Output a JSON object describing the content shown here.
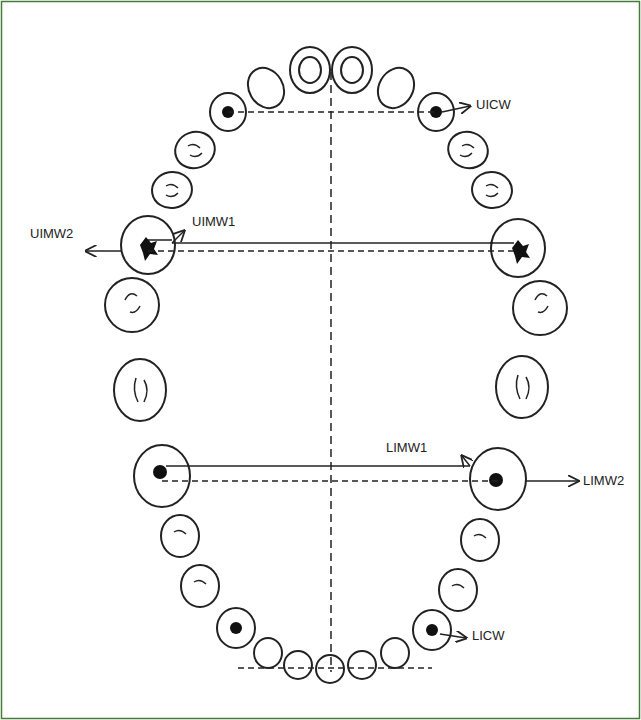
{
  "diagram": {
    "labels": [
      "UICW",
      "UIMW2",
      "UIMW1",
      "LIMW1",
      "LIMW2",
      "LICW"
    ]
  }
}
